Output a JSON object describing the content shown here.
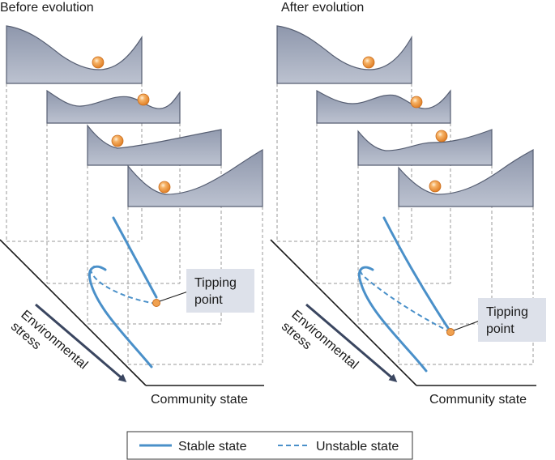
{
  "panels": [
    {
      "title": "Before evolution"
    },
    {
      "title": "After evolution"
    }
  ],
  "labels": {
    "environmental_stress_line1": "Environmental",
    "environmental_stress_line2": "stress",
    "community_state": "Community state",
    "tipping_point_line1": "Tipping",
    "tipping_point_line2": "point"
  },
  "legend": {
    "stable": "Stable state",
    "unstable": "Unstable state"
  },
  "colors": {
    "landscape_fill": "#a9b0c1",
    "landscape_stroke": "#565e72",
    "ball_fill": "#f0a150",
    "ball_stroke": "#cc6f1e",
    "curve": "#4a90c9",
    "arrow": "#3a4660",
    "tipping_box": "#dde1ea"
  }
}
